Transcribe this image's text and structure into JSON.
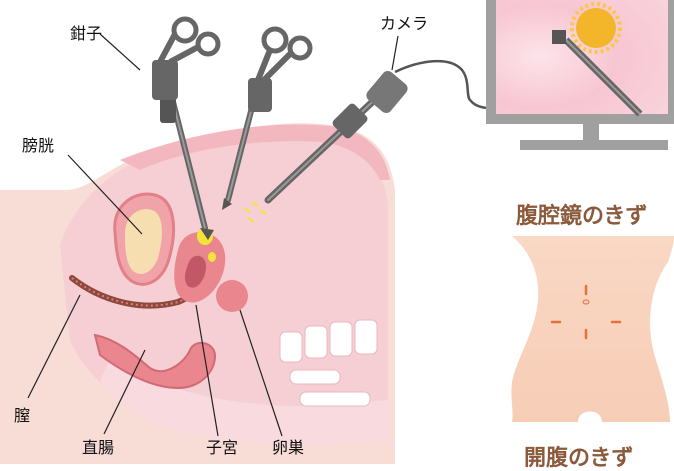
{
  "labels": {
    "forceps": "鉗子",
    "camera": "カメラ",
    "bladder": "膀胱",
    "vagina": "膣",
    "rectum": "直腸",
    "uterus": "子宮",
    "ovary": "卵巣"
  },
  "titles": {
    "laparoscopy_scar": "腹腔鏡のきず",
    "open_surgery_scar": "開腹のきず"
  },
  "colors": {
    "skin": "#f8c9c0",
    "body_pink": "#f6d3d6",
    "organ_pink": "#e9868e",
    "bladder_fill": "#f6deb0",
    "scar_mark": "#e8703c",
    "title_brown": "#8b5a3c",
    "instrument_gray": "#666666",
    "yellow_marker": "#f3e43a"
  },
  "icons": [
    "forceps-icon",
    "camera-icon",
    "monitor-icon",
    "sun-icon"
  ]
}
